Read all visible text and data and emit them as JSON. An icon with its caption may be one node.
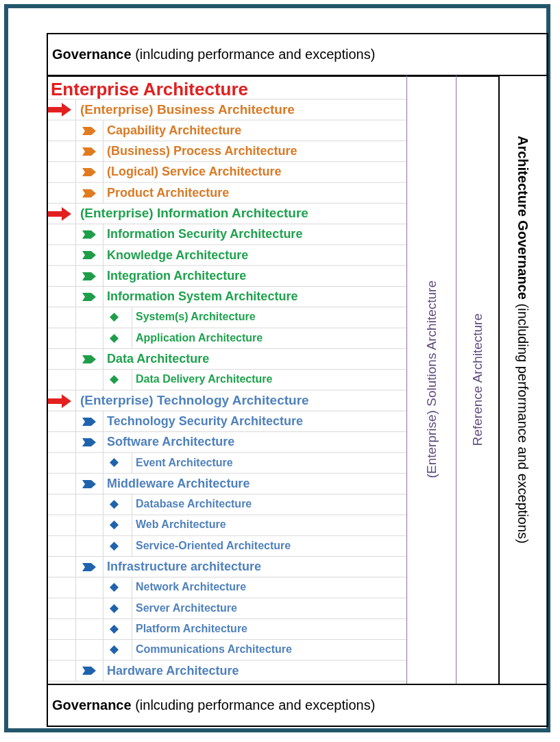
{
  "diagram": {
    "nodes": [
      {
        "text": [
          "**Governance** (inlcuding performance and exceptions)"
        ]
      },
      {
        "text": [
          "(Enterprise) Solutions Architecture"
        ]
      },
      {
        "text": [
          "Reference Architecture"
        ]
      },
      {
        "text": [
          "**Architecture Governance** (including performance and exceptions)"
        ]
      },
      {
        "text": [
          "**Governance** (inlcuding performance and exceptions)"
        ]
      }
    ],
    "labels": [
      "Enterprise Architecture",
      "(Enterprise) Business Architecture",
      "Capability Architecture",
      "(Business) Process Architecture",
      "(Logical) Service Architecture",
      "Product Architecture",
      "(Enterprise) Information Architecture",
      "Information Security Architecture",
      "Knowledge Architecture",
      "Integration Architecture",
      "Information System Architecture",
      "System(s) Architecture",
      "Application Architecture",
      "Data Architecture",
      "Data Delivery Architecture",
      "(Enterprise) Technology Architecture",
      "Technology Security Architecture",
      "Software Architecture",
      "Event Architecture",
      "Middleware Architecture",
      "Database Architecture",
      "Web Architecture",
      "Service-Oriented Architecture",
      "Infrastructure architecture",
      "Network Architecture",
      "Server Architecture",
      "Platform Architecture",
      "Communications Architecture",
      "Hardware Architecture"
    ]
  }
}
